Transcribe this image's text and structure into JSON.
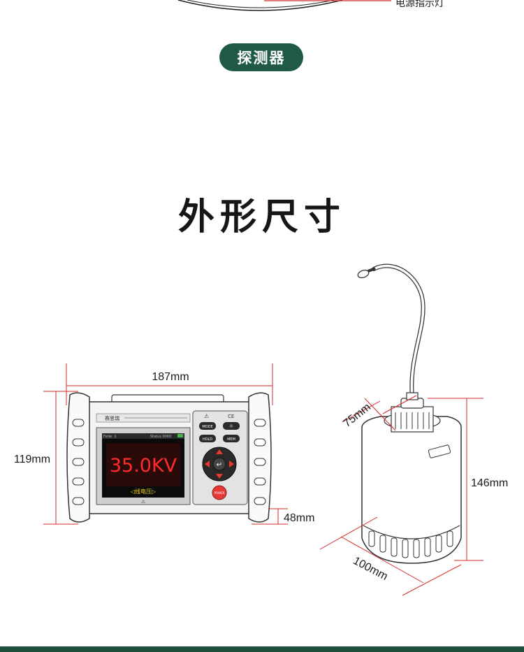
{
  "top": {
    "power_indicator_label": "电源指示灯",
    "probe_label": "探测器"
  },
  "section": {
    "title": "外形尺寸"
  },
  "device": {
    "brand": "赛思瑞",
    "screen_reading": "35.0KV",
    "screen_status": "◁线电压▷",
    "screen_header_left": "Fetle: 1",
    "screen_header_right": "Status 0000",
    "buttons": [
      "MODE",
      "☼",
      "HOLD",
      "MEM"
    ],
    "power_button": "POWER"
  },
  "dimensions": {
    "device_width": "187mm",
    "device_height": "119mm",
    "device_depth": "48mm",
    "probe_neck": "75mm",
    "probe_height": "146mm",
    "probe_diameter": "100mm"
  },
  "colors": {
    "accent_green": "#1e5a45",
    "dimension_red": "#d62a2a",
    "screen_red": "#ff2b2b",
    "screen_yellow": "#f3d21b"
  }
}
